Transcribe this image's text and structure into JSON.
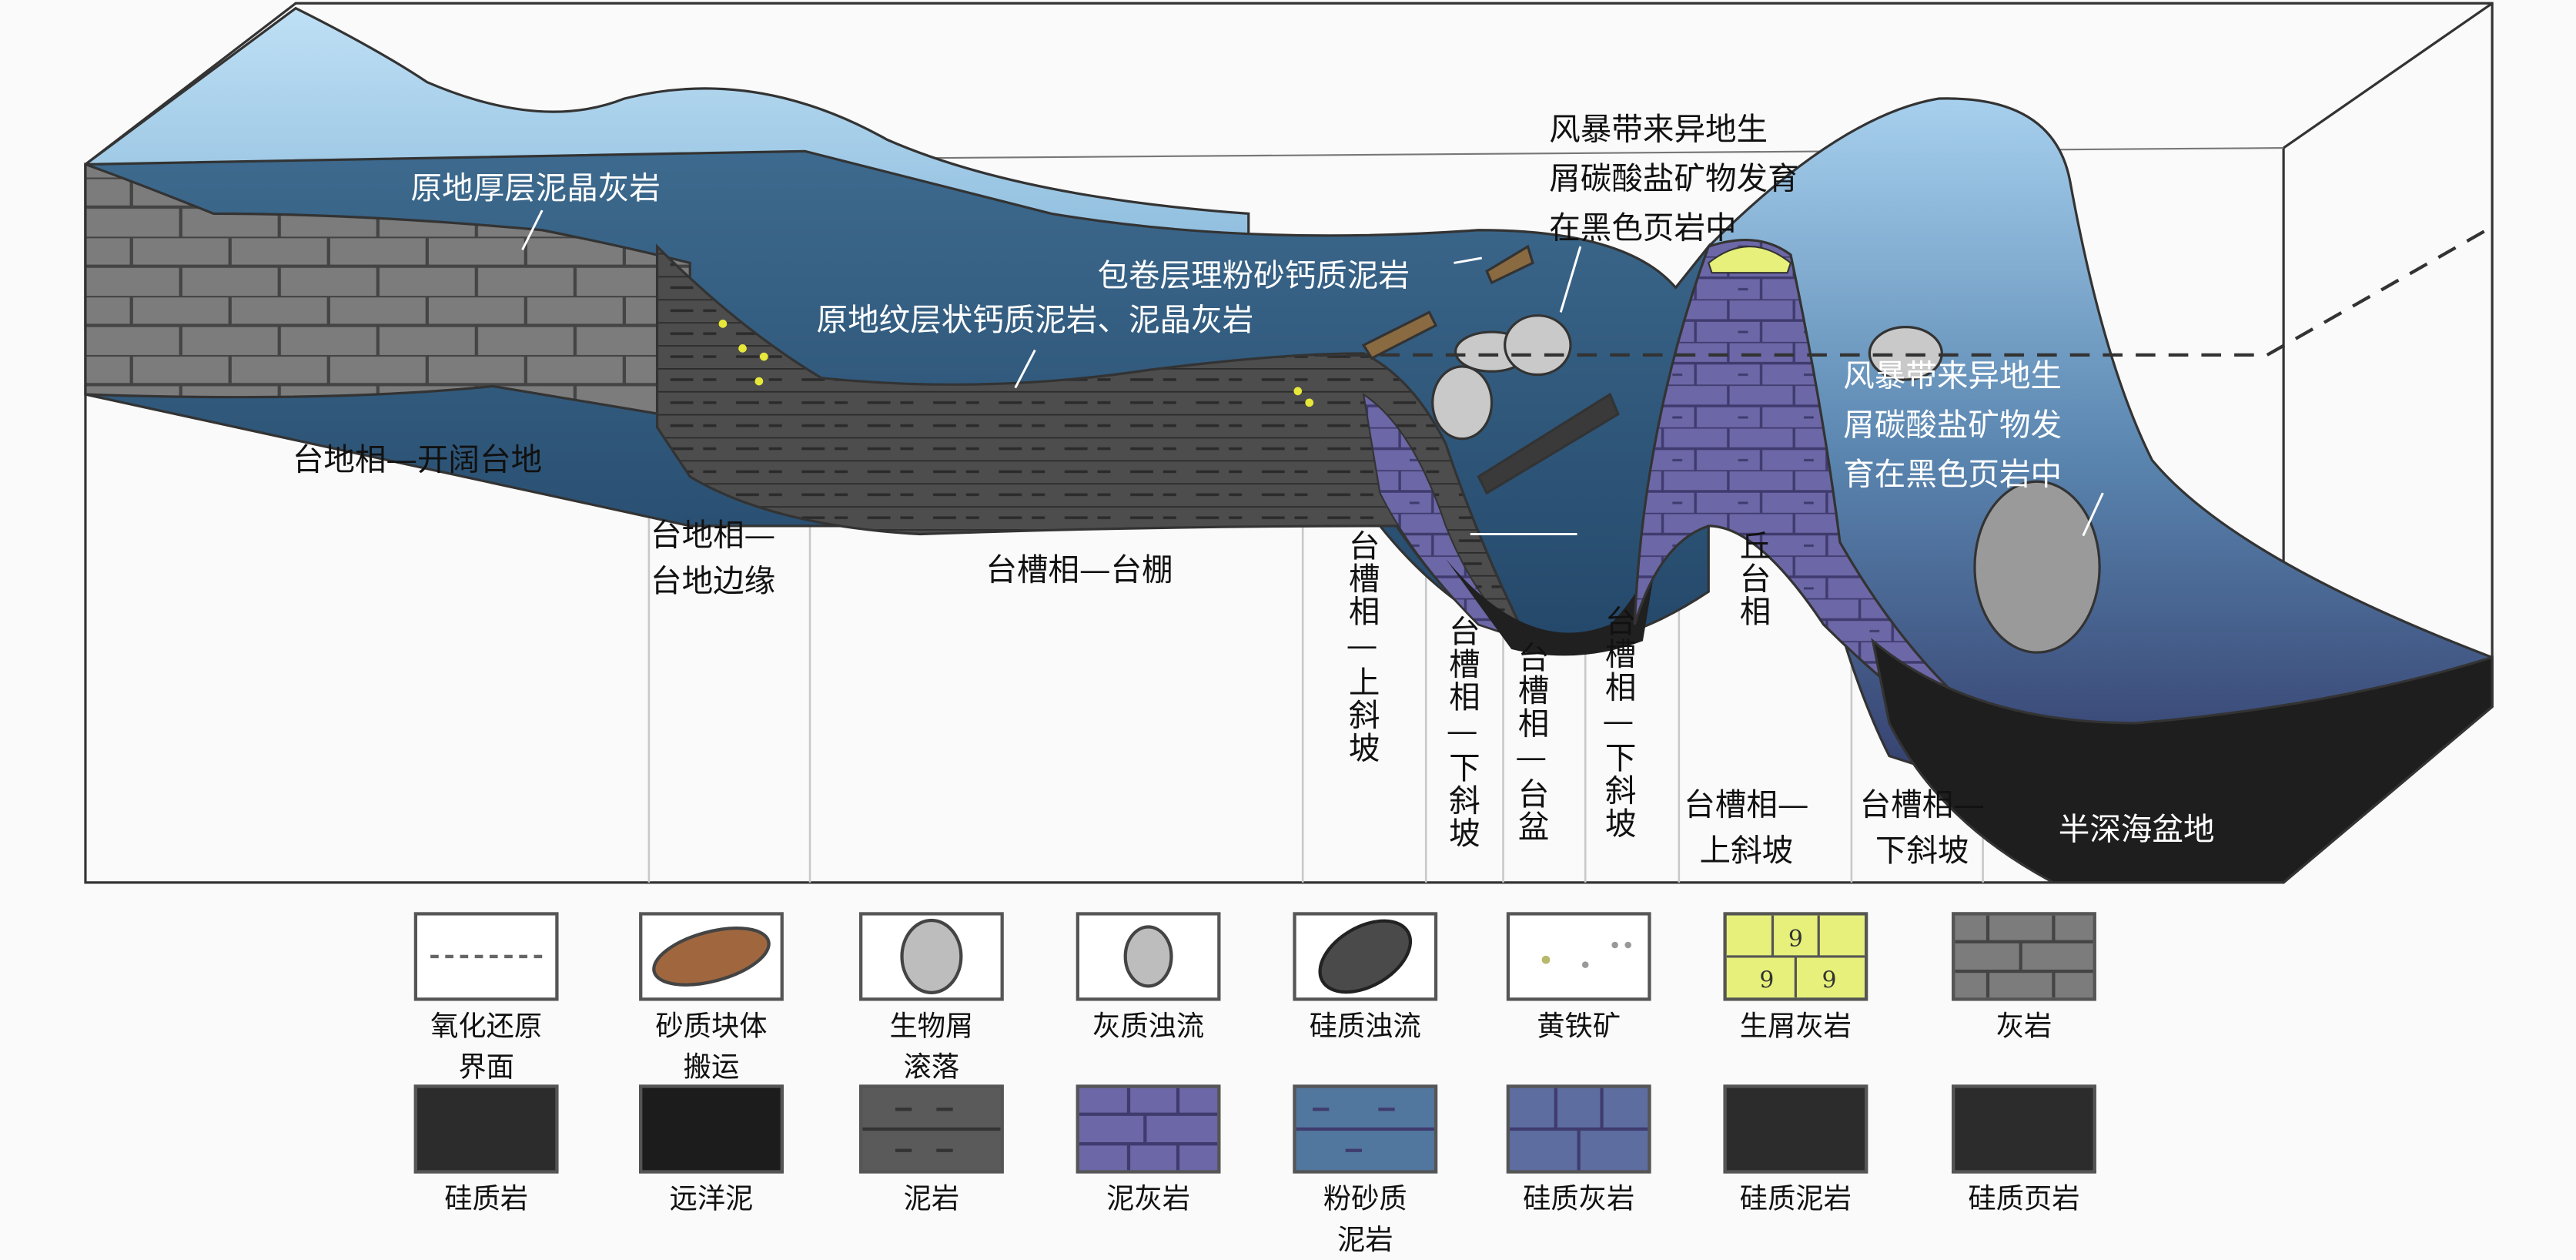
{
  "diagram": {
    "annotations": {
      "in_situ_thick_micrite": "原地厚层泥晶灰岩",
      "convolute_silty_marl": "包卷层理粉砂钙质泥岩",
      "in_situ_laminated": "原地纹层状钙质泥岩、泥晶灰岩",
      "storm_top": [
        "风暴带来异地生",
        "屑碳酸盐矿物发育",
        "在黑色页岩中"
      ],
      "storm_right": [
        "风暴带来异地生",
        "屑碳酸盐矿物发",
        "育在黑色页岩中"
      ]
    },
    "facies": {
      "open_platform": "台地相—开阔台地",
      "platform_margin": [
        "台地相—",
        "台地边缘"
      ],
      "trough_shelf": "台槽相—台棚",
      "trough_upper_slope_v": "台槽相—上斜坡",
      "trough_lower_slope_v1": "台槽相—下斜坡",
      "trough_basin_v": "台槽相—台盆",
      "trough_lower_slope_v2": "台槽相—下斜坡",
      "mound": "丘台相",
      "trough_upper_slope": [
        "台槽相—",
        "上斜坡"
      ],
      "trough_lower_slope": [
        "台槽相—",
        "下斜坡"
      ],
      "semi_deep_basin": "半深海盆地"
    }
  },
  "legend": [
    {
      "label": [
        "氧化还原",
        "界面"
      ],
      "swatch": "dashed-line"
    },
    {
      "label": [
        "砂质块体",
        "搬运"
      ],
      "swatch": "sandy-block"
    },
    {
      "label": [
        "生物屑",
        "滚落"
      ],
      "swatch": "bioclast"
    },
    {
      "label": [
        "灰质浊流"
      ],
      "swatch": "calc-turbidite"
    },
    {
      "label": [
        "硅质浊流"
      ],
      "swatch": "silic-turbidite"
    },
    {
      "label": [
        "黄铁矿"
      ],
      "swatch": "pyrite"
    },
    {
      "label": [
        "生屑灰岩"
      ],
      "swatch": "bioclastic-limestone"
    },
    {
      "label": [
        "灰岩"
      ],
      "swatch": "limestone"
    },
    {
      "label": [
        "硅质岩"
      ],
      "swatch": "chert"
    },
    {
      "label": [
        "远洋泥"
      ],
      "swatch": "pelagic-mud"
    },
    {
      "label": [
        "泥岩"
      ],
      "swatch": "mudstone"
    },
    {
      "label": [
        "泥灰岩"
      ],
      "swatch": "marl"
    },
    {
      "label": [
        "粉砂质",
        "泥岩"
      ],
      "swatch": "silty-mudstone"
    },
    {
      "label": [
        "硅质灰岩"
      ],
      "swatch": "siliceous-limestone"
    },
    {
      "label": [
        "硅质泥岩"
      ],
      "swatch": "siliceous-mudstone"
    },
    {
      "label": [
        "硅质页岩"
      ],
      "swatch": "siliceous-shale"
    }
  ],
  "colors": {
    "water_light": "#a9d3ef",
    "water_dark": "#2e5878",
    "limestone": "#7a7a7a",
    "mudstone": "#4a4a4a",
    "purple": "#6a64a0",
    "black": "#1e1e1e",
    "bioclastic": "#e6f07a"
  }
}
